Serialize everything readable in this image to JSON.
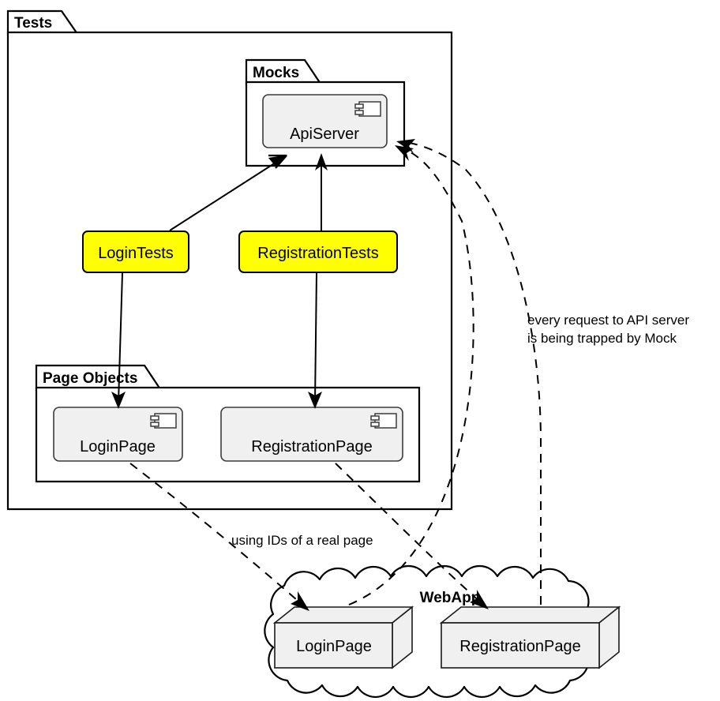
{
  "diagram": {
    "title": "Tests",
    "type": "uml-component-diagram"
  },
  "packages": [
    {
      "id": "tests",
      "name": "Tests"
    },
    {
      "id": "mocks",
      "name": "Mocks"
    },
    {
      "id": "page_objects",
      "name": "Page Objects"
    }
  ],
  "cloud": {
    "name": "WebApp"
  },
  "components": {
    "api_server": {
      "label": "ApiServer",
      "icon": "component-icon",
      "fill": "#f0f0f0"
    },
    "login_page_po": {
      "label": "LoginPage",
      "icon": "component-icon",
      "fill": "#f0f0f0"
    },
    "registration_page_po": {
      "label": "RegistrationPage",
      "icon": "component-icon",
      "fill": "#f0f0f0"
    }
  },
  "tests": {
    "login_tests": {
      "label": "LoginTests",
      "fill": "#ffff00"
    },
    "registration_tests": {
      "label": "RegistrationTests",
      "fill": "#ffff00"
    }
  },
  "nodes": {
    "login_page_web": {
      "label": "LoginPage",
      "fill": "#f0f0f0"
    },
    "registration_page_web": {
      "label": "RegistrationPage",
      "fill": "#f0f0f0"
    }
  },
  "annotations": {
    "api_note_line1": "every request to API server",
    "api_note_line2": "is being trapped by Mock",
    "ids_note": "using IDs of a real page"
  },
  "colors": {
    "test_yellow": "#ffff00",
    "component_gray": "#f0f0f0",
    "outline_black": "#000000",
    "background": "#ffffff"
  }
}
